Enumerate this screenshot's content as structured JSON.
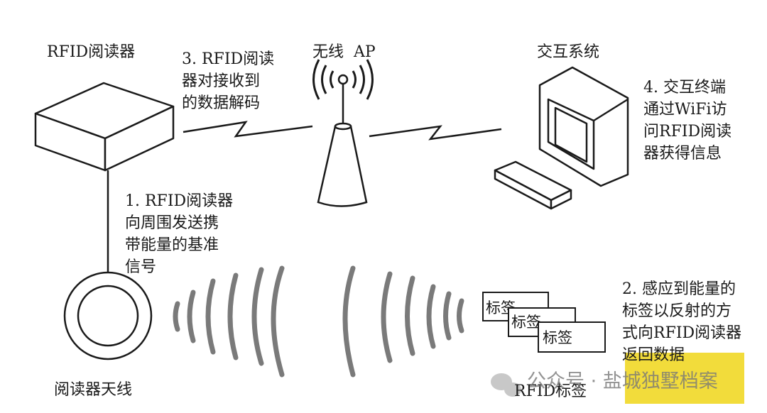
{
  "reader": {
    "title": "RFID阅读器"
  },
  "ap": {
    "title": "无线  AP"
  },
  "system": {
    "title": "交互系统"
  },
  "antenna": {
    "title": "阅读器天线"
  },
  "tags": {
    "group_label": "RFID标签",
    "tag_label": "标签"
  },
  "steps": {
    "s1": "1. RFID阅读器\n向周围发送携\n带能量的基准\n信号",
    "s2": "2. 感应到能量的\n标签以反射的方\n式向RFID阅读器\n返回数据",
    "s3": "3. RFID阅读\n器对接收到\n的数据解码",
    "s4": "4. 交互终端\n通过WiFi访\n问RFID阅读\n器获得信息"
  },
  "watermark": {
    "icon": "wechat-icon",
    "text": "公众号 · 盐城独墅档案",
    "highlight_color": "#f2dc3b"
  }
}
